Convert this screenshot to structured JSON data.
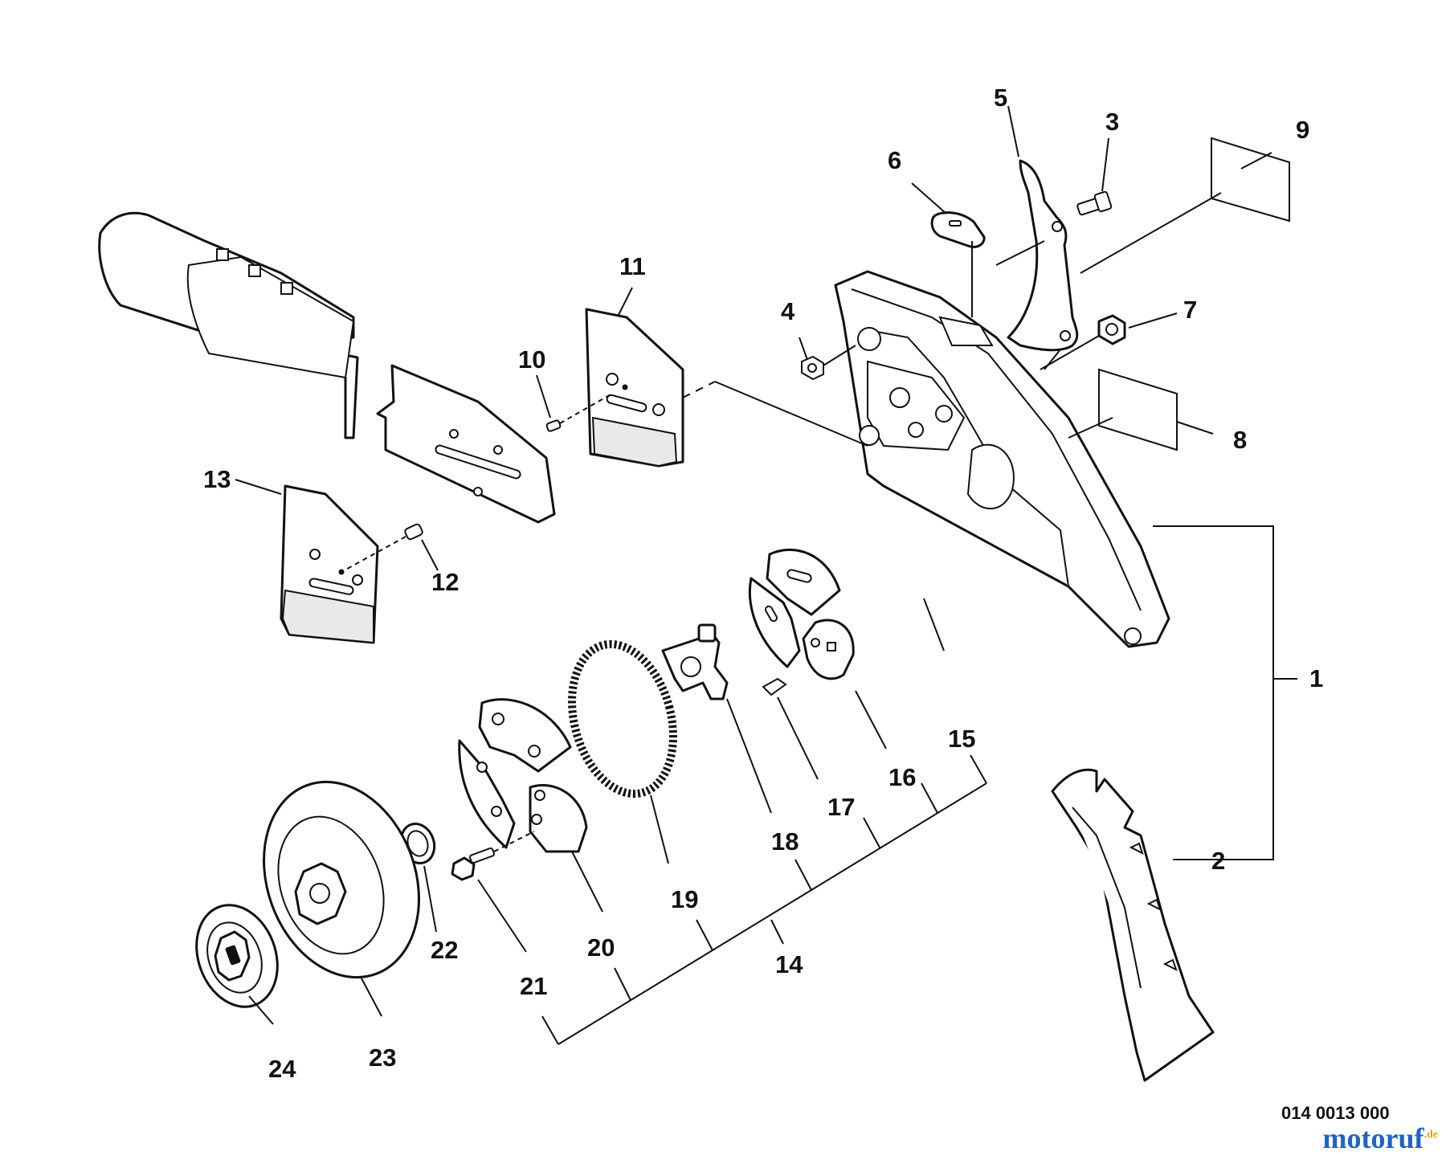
{
  "callouts": {
    "c1": "1",
    "c2": "2",
    "c3": "3",
    "c4": "4",
    "c5": "5",
    "c6": "6",
    "c7": "7",
    "c8": "8",
    "c9": "9",
    "c10": "10",
    "c11": "11",
    "c12": "12",
    "c13": "13",
    "c14": "14",
    "c15": "15",
    "c16": "16",
    "c17": "17",
    "c18": "18",
    "c19": "19",
    "c20": "20",
    "c21": "21",
    "c22": "22",
    "c23": "23",
    "c24": "24"
  },
  "part_number": "014 0013 000",
  "watermark": {
    "main": "motoruf",
    "tld": ".de"
  },
  "colors": {
    "watermark_main": "#1f63c4",
    "watermark_tld": "#e9a21a",
    "line": "#111111"
  }
}
